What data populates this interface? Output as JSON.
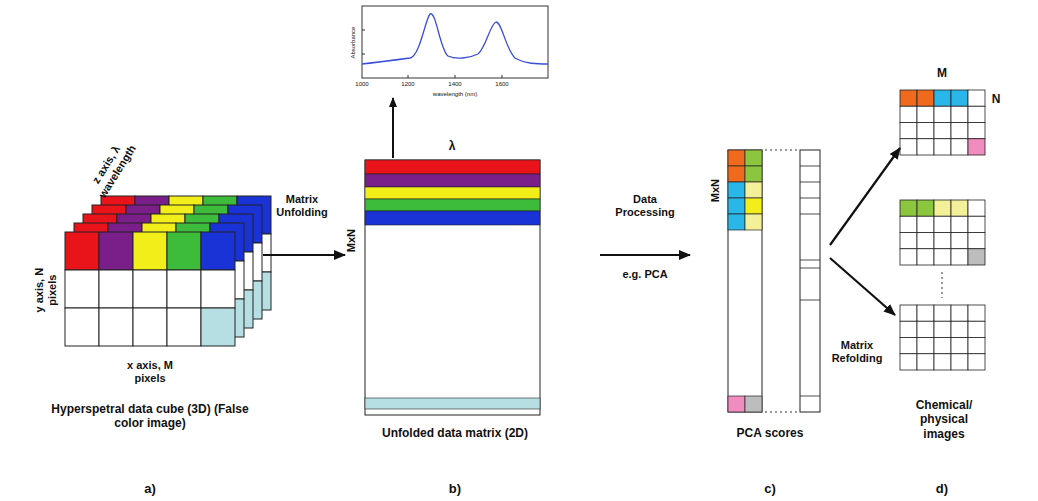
{
  "diagram": {
    "nodes": [
      {
        "text": [
          "Hyperspetral data cube (3D) (False color image)"
        ]
      },
      {
        "text": [
          "Unfolded data matrix (2D)"
        ]
      },
      {
        "text": [
          "PCA scores"
        ]
      },
      {
        "text": [
          "Chemical/ physical images"
        ]
      },
      {
        "text": [
          "M",
          "N"
        ],
        "in": 3
      }
    ],
    "edges": [
      {
        "from": 0,
        "to": 1,
        "arrow": "to",
        "label": "Matrix Unfolding"
      },
      {
        "from": 1,
        "to": 2,
        "arrow": "to",
        "label": "Data Processing"
      },
      {
        "from": 2,
        "to": 4,
        "arrow": "to"
      },
      {
        "from": 2,
        "to": 3,
        "arrow": "to",
        "label": "Matrix Refolding"
      }
    ],
    "labels": [
      "z axis, λ wavelength",
      "y axis, N pixels",
      "x axis, M pixels",
      "Absorbance",
      "wavelength (nm)",
      "1000",
      "1200",
      "1400",
      "1600",
      "λ",
      "MxN",
      "e.g. PCA",
      "MxN",
      "a)",
      "b)",
      "c)",
      "d)"
    ]
  }
}
